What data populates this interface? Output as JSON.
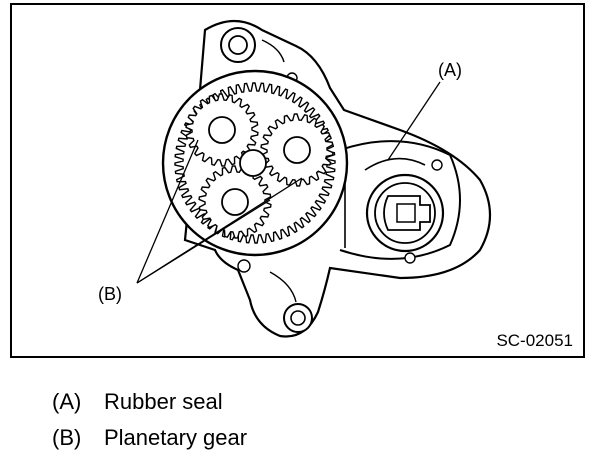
{
  "figure": {
    "callouts": {
      "a": "(A)",
      "b": "(B)"
    },
    "code": "SC-02051"
  },
  "legend": [
    {
      "key": "(A)",
      "label": "Rubber seal"
    },
    {
      "key": "(B)",
      "label": "Planetary gear"
    }
  ]
}
